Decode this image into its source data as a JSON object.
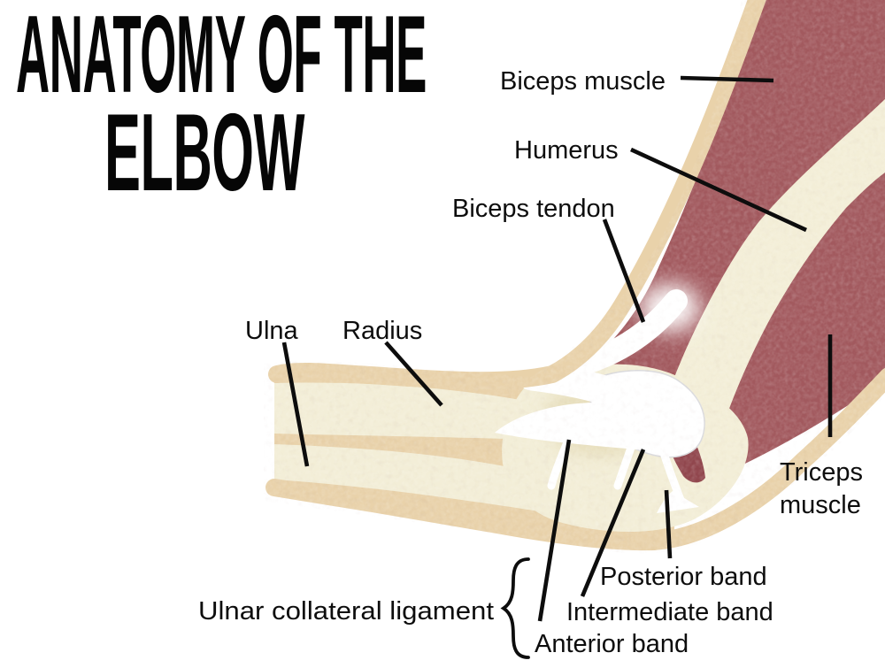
{
  "title": {
    "line1": "ANATOMY OF THE",
    "line2": "ELBOW"
  },
  "labels": {
    "biceps_muscle": "Biceps muscle",
    "humerus": "Humerus",
    "biceps_tendon": "Biceps tendon",
    "ulna": "Ulna",
    "radius": "Radius",
    "triceps_line1": "Triceps",
    "triceps_line2": "muscle",
    "ulnar_collateral_ligament": "Ulnar collateral ligament",
    "posterior_band": "Posterior band",
    "intermediate_band": "Intermediate band",
    "anterior_band": "Anterior band"
  },
  "colors": {
    "muscle_red": "#A2595E",
    "muscle_red_dark": "#91464D",
    "bone_cream": "#F3EED7",
    "bone_shadow": "#DCCFA2",
    "skin_tan": "#E9D2AA",
    "ligament_white": "#FFFFFF",
    "ink_black": "#0D0D0D",
    "title_black": "#060606"
  }
}
